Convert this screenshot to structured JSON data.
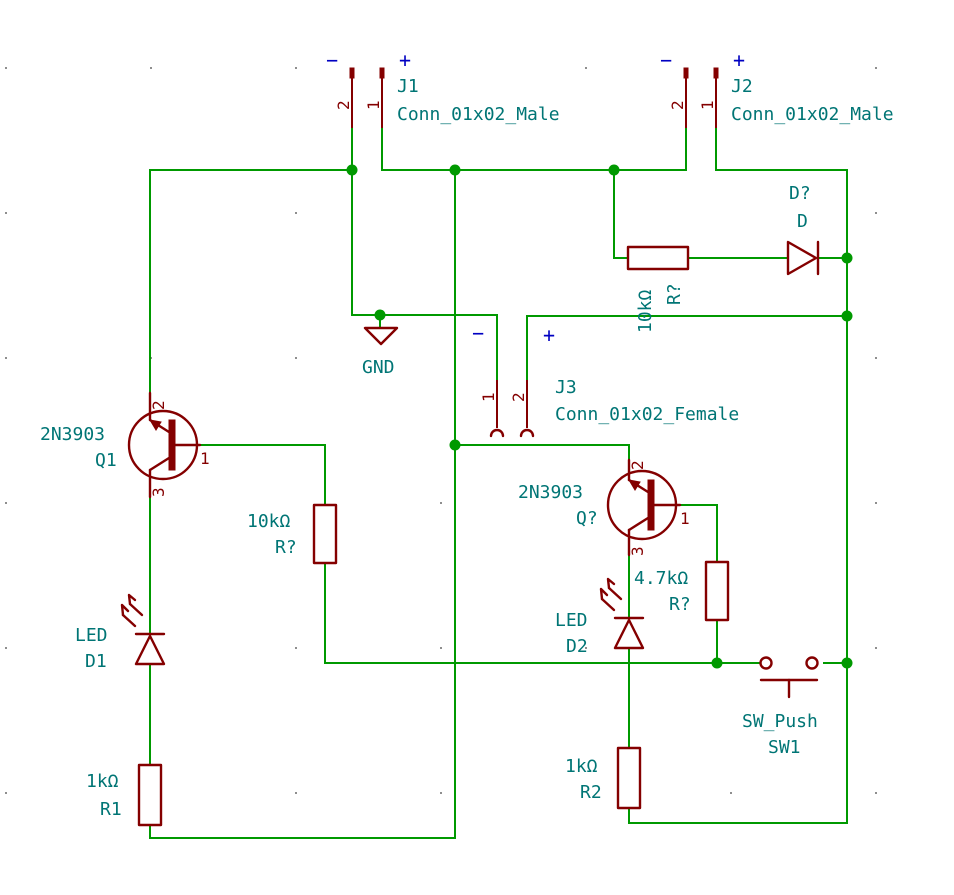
{
  "j1": {
    "ref": "J1",
    "value": "Conn_01x02_Male",
    "pin1": "1",
    "pin2": "2",
    "minus": "−",
    "plus": "+"
  },
  "j2": {
    "ref": "J2",
    "value": "Conn_01x02_Male",
    "pin1": "1",
    "pin2": "2",
    "minus": "−",
    "plus": "+"
  },
  "j3": {
    "ref": "J3",
    "value": "Conn_01x02_Female",
    "pin1": "1",
    "pin2": "2",
    "minus": "−",
    "plus": "+"
  },
  "gnd": {
    "label": "GND"
  },
  "d_top": {
    "ref": "D?",
    "value": "D"
  },
  "r_top": {
    "ref": "R?",
    "value": "10kΩ"
  },
  "q1": {
    "ref": "Q1",
    "value": "2N3903",
    "pin1": "1",
    "pin2": "2",
    "pin3": "3"
  },
  "q2": {
    "ref": "Q?",
    "value": "2N3903",
    "pin1": "1",
    "pin2": "2",
    "pin3": "3"
  },
  "r_q1": {
    "ref": "R?",
    "value": "10kΩ"
  },
  "r_q2": {
    "ref": "R?",
    "value": "4.7kΩ"
  },
  "d1": {
    "ref": "D1",
    "value": "LED"
  },
  "d2": {
    "ref": "D2",
    "value": "LED"
  },
  "r1": {
    "ref": "R1",
    "value": "1kΩ"
  },
  "r2": {
    "ref": "R2",
    "value": "1kΩ"
  },
  "sw1": {
    "ref": "SW1",
    "value": "SW_Push"
  }
}
